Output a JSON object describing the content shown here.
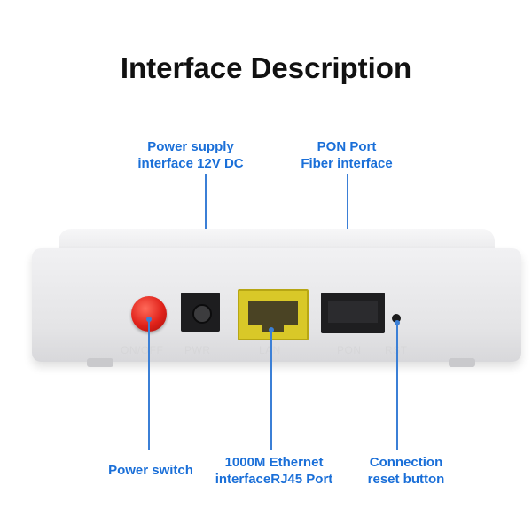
{
  "title": "Interface Description",
  "callouts": {
    "power_supply": [
      "Power supply",
      "interface 12V DC"
    ],
    "pon_port": [
      "PON Port",
      "Fiber interface"
    ],
    "power_switch": [
      "Power switch"
    ],
    "ethernet": [
      "1000M Ethernet",
      "interfaceRJ45 Port"
    ],
    "reset": [
      "Connection",
      "reset button"
    ]
  },
  "device_labels": {
    "on_off": "ON/OFF",
    "pwr": "PWR",
    "lan": "LAN",
    "pon": "PON",
    "rst": "RST"
  },
  "colors": {
    "callout_text": "#1a6fd8",
    "leader_line": "#3b7fd6",
    "power_button": "#e0221a",
    "lan_port": "#d9c828"
  }
}
